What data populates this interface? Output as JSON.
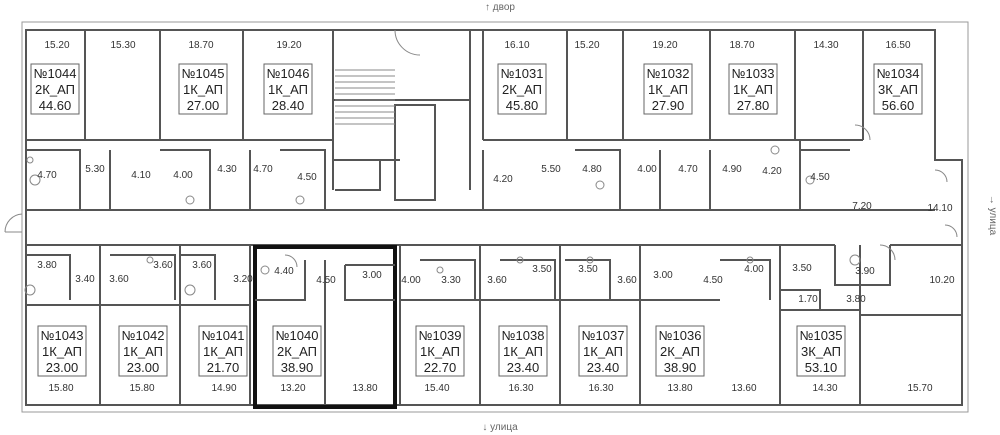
{
  "directions": {
    "top": "↑ двор",
    "bottom": "↓ улица",
    "right": "→ улица"
  },
  "highlighted": "№1040",
  "apartments": [
    {
      "number": "№1044",
      "type": "2К_АП",
      "area": "44.60"
    },
    {
      "number": "№1045",
      "type": "1К_АП",
      "area": "27.00"
    },
    {
      "number": "№1046",
      "type": "1К_АП",
      "area": "28.40"
    },
    {
      "number": "№1031",
      "type": "2К_АП",
      "area": "45.80"
    },
    {
      "number": "№1032",
      "type": "1К_АП",
      "area": "27.90"
    },
    {
      "number": "№1033",
      "type": "1К_АП",
      "area": "27.80"
    },
    {
      "number": "№1034",
      "type": "3К_АП",
      "area": "56.60"
    },
    {
      "number": "№1043",
      "type": "1К_АП",
      "area": "23.00"
    },
    {
      "number": "№1042",
      "type": "1К_АП",
      "area": "23.00"
    },
    {
      "number": "№1041",
      "type": "1К_АП",
      "area": "21.70"
    },
    {
      "number": "№1040",
      "type": "2К_АП",
      "area": "38.90"
    },
    {
      "number": "№1039",
      "type": "1К_АП",
      "area": "22.70"
    },
    {
      "number": "№1038",
      "type": "1К_АП",
      "area": "23.40"
    },
    {
      "number": "№1037",
      "type": "1К_АП",
      "area": "23.40"
    },
    {
      "number": "№1036",
      "type": "2К_АП",
      "area": "38.90"
    },
    {
      "number": "№1035",
      "type": "3К_АП",
      "area": "53.10"
    }
  ],
  "room_areas": [
    "15.20",
    "15.30",
    "18.70",
    "19.20",
    "16.10",
    "15.20",
    "19.20",
    "18.70",
    "14.30",
    "16.50",
    "4.70",
    "5.30",
    "4.10",
    "4.00",
    "4.30",
    "4.70",
    "4.50",
    "4.20",
    "5.50",
    "4.80",
    "4.00",
    "4.70",
    "4.90",
    "4.20",
    "4.50",
    "7.20",
    "14.10",
    "3.80",
    "3.40",
    "3.60",
    "3.60",
    "3.60",
    "3.20",
    "4.40",
    "4.50",
    "3.00",
    "4.00",
    "3.30",
    "3.60",
    "3.50",
    "3.50",
    "3.60",
    "3.00",
    "4.50",
    "4.00",
    "3.50",
    "3.90",
    "10.20",
    "1.70",
    "3.80",
    "15.80",
    "15.80",
    "14.90",
    "13.20",
    "13.80",
    "15.40",
    "16.30",
    "16.30",
    "13.80",
    "13.60",
    "14.30",
    "15.70"
  ]
}
